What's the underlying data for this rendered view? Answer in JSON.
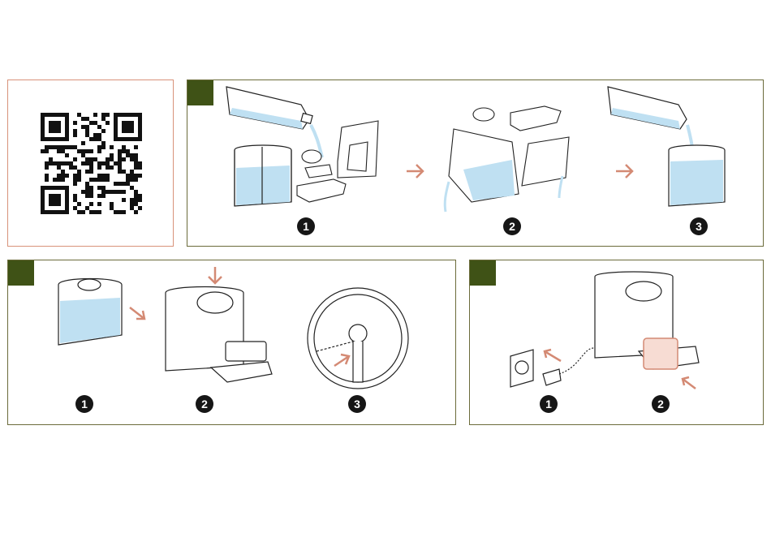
{
  "colors": {
    "accent_green": "#3f5216",
    "arrow": "#d48a74",
    "water": "#bfe0f2",
    "qr_border": "#d8927a"
  },
  "qr": {
    "icon": "qr-code-icon"
  },
  "panel_1": {
    "steps": [
      "1",
      "2",
      "3"
    ],
    "icons": [
      "water-bottle-icon",
      "water-tank-icon",
      "drip-tray-icon",
      "rinse-arrow-icon"
    ]
  },
  "panel_2": {
    "steps": [
      "1",
      "2",
      "3"
    ],
    "icons": [
      "water-tank-icon",
      "coffee-machine-icon",
      "lever-dial-icon"
    ]
  },
  "panel_3": {
    "steps": [
      "1",
      "2"
    ],
    "icons": [
      "wall-socket-icon",
      "plug-icon",
      "coffee-machine-icon",
      "cup-icon"
    ]
  }
}
